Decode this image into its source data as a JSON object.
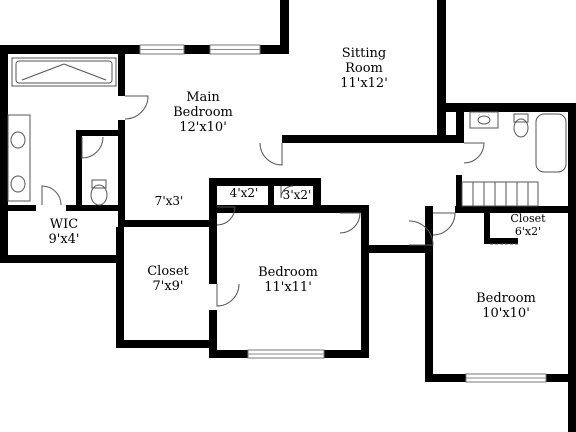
{
  "plan": {
    "rooms": {
      "main_bedroom": {
        "name_line1": "Main",
        "name_line2": "Bedroom",
        "dims": "12'x10'"
      },
      "sitting_room": {
        "name_line1": "Sitting",
        "name_line2": "Room",
        "dims": "11'x12'"
      },
      "wic": {
        "name": "WIC",
        "dims": "9'x4'"
      },
      "passage": {
        "dims": "7'x3'"
      },
      "closet_4x2": {
        "dims": "4'x2'"
      },
      "closet_3x2": {
        "dims": "3'x2'"
      },
      "closet_7x9": {
        "name": "Closet",
        "dims": "7'x9'"
      },
      "bedroom_11x11": {
        "name": "Bedroom",
        "dims": "11'x11'"
      },
      "closet_6x2": {
        "name": "Closet",
        "dims": "6'x2'"
      },
      "bedroom_10x10": {
        "name": "Bedroom",
        "dims": "10'x10'"
      }
    }
  }
}
